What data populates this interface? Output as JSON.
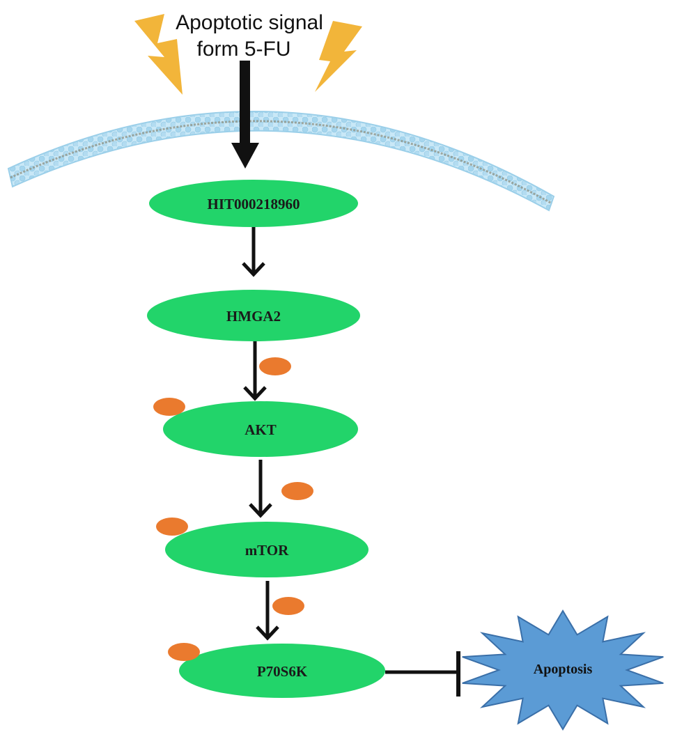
{
  "signal": {
    "line1": "Apoptotic signal",
    "line2": "form 5-FU"
  },
  "nodes": [
    {
      "id": "hit",
      "label": "HIT000218960"
    },
    {
      "id": "hmga2",
      "label": "HMGA2"
    },
    {
      "id": "akt",
      "label": "AKT"
    },
    {
      "id": "mtor",
      "label": "mTOR"
    },
    {
      "id": "p70s6k",
      "label": "P70S6K"
    }
  ],
  "outcome": {
    "label": "Apoptosis"
  },
  "colors": {
    "node_fill": "#22d46a",
    "phospho": "#ea7a2e",
    "apoptosis_fill": "#5b9bd5",
    "apoptosis_stroke": "#3a6fa8",
    "lightning": "#f2b53a",
    "membrane": "#a9d8ef",
    "arrow": "#111111"
  }
}
